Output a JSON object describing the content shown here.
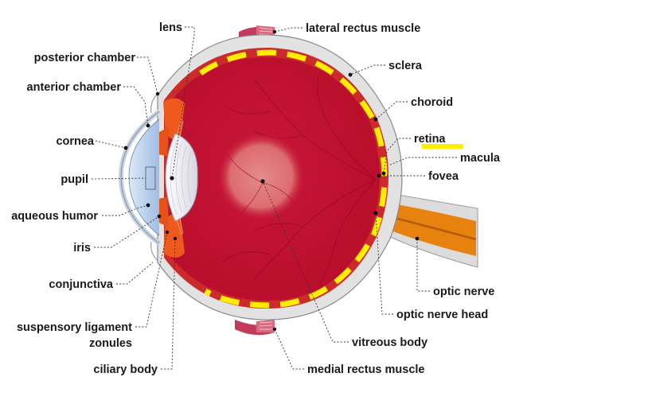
{
  "labels_left": {
    "lens": "lens",
    "posterior_chamber": "posterior chamber",
    "anterior_chamber": "anterior chamber",
    "cornea": "cornea",
    "pupil": "pupil",
    "aqueous_humor": "aqueous humor",
    "iris": "iris",
    "conjunctiva": "conjunctiva",
    "suspensory_ligament": "suspensory ligament",
    "zonules": "zonules",
    "ciliary_body": "ciliary body"
  },
  "labels_right": {
    "lateral_rectus_muscle": "lateral rectus muscle",
    "sclera": "sclera",
    "choroid": "choroid",
    "retina": "retina",
    "macula": "macula",
    "fovea": "fovea",
    "optic_nerve": "optic nerve",
    "optic_nerve_head": "optic nerve head",
    "vitreous_body": "vitreous body",
    "medial_rectus_muscle": "medial rectus muscle"
  },
  "highlight": {
    "color": "#ffee00",
    "target": "retina"
  },
  "colors": {
    "sclera": "#e2e2e2",
    "choroid": "#cc2b2b",
    "eyeball_interior": "#c4102f",
    "macula_glow": "#e47a7a",
    "optic_nerve": "#e8820e",
    "cornea": "#bcd4ee",
    "lens": "#f2f2f7",
    "muscle": "#c23b5a"
  }
}
